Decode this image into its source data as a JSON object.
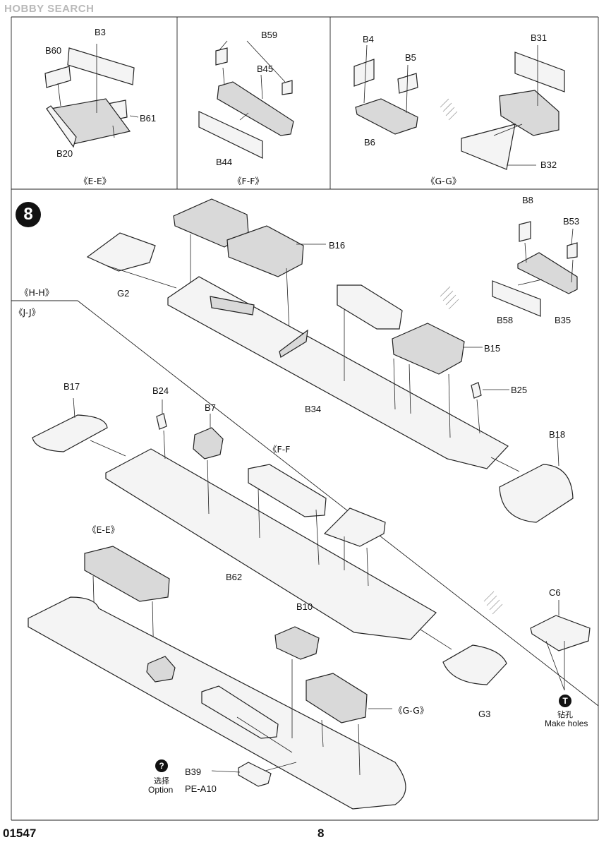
{
  "watermark": "HOBBY SEARCH",
  "panels": {
    "ee": {
      "section": "《E-E》",
      "parts": {
        "b3": "B3",
        "b60": "B60",
        "b61": "B61",
        "b20": "B20"
      }
    },
    "ff": {
      "section": "《F-F》",
      "parts": {
        "b59": "B59",
        "b45": "B45",
        "b44": "B44"
      }
    },
    "gg": {
      "section": "《G-G》",
      "parts": {
        "b4": "B4",
        "b5": "B5",
        "b6": "B6",
        "b31": "B31",
        "b32": "B32"
      }
    }
  },
  "step": {
    "number": "8",
    "sections": {
      "hh": "《H-H》",
      "jj": "《J-J》",
      "ff": "《F-F",
      "ee": "《E-E》",
      "gg": "《G-G》"
    },
    "parts": {
      "g2": "G2",
      "b16": "B16",
      "b34": "B34",
      "b8": "B8",
      "b53": "B53",
      "b58": "B58",
      "b35": "B35",
      "b15": "B15",
      "b25": "B25",
      "b18": "B18",
      "b17": "B17",
      "b24": "B24",
      "b7": "B7",
      "b62": "B62",
      "c6": "C6",
      "g3": "G3",
      "b10": "B10",
      "b39": "B39",
      "pe_a10": "PE-A10"
    },
    "notes": {
      "make_holes_icon": "T",
      "make_holes_cn": "钻孔",
      "make_holes_en": "Make holes",
      "option_icon": "?",
      "option_cn": "选择",
      "option_en": "Option"
    }
  },
  "footer": {
    "code": "01547",
    "page": "8"
  }
}
